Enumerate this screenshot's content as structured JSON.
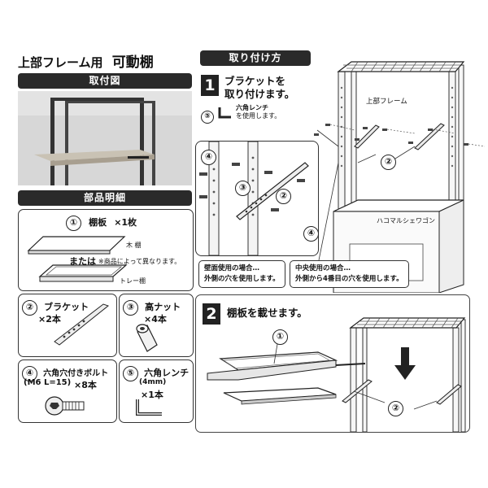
{
  "header": {
    "title_main": "上部フレーム用",
    "title_bold": "可動棚"
  },
  "sections": {
    "install_view": "取付図",
    "parts_list": "部品明細",
    "how_to_attach": "取り付け方"
  },
  "parts": {
    "shelf": {
      "num": "①",
      "name": "棚板",
      "qty": "×1枚",
      "wood_label": "木 棚",
      "or": "または",
      "note": "※商品によって異なります。",
      "tray_label": "トレー棚"
    },
    "bracket": {
      "num": "②",
      "name": "ブラケット",
      "qty": "×2本"
    },
    "nut": {
      "num": "③",
      "name": "高ナット",
      "qty": "×4本"
    },
    "bolt": {
      "num": "④",
      "name": "六角穴付きボルト",
      "spec": "(M6 L=15)",
      "qty": "×8本"
    },
    "wrench": {
      "num": "⑤",
      "name": "六角レンチ",
      "spec": "(4mm)",
      "qty": "×1本"
    }
  },
  "step1": {
    "number": "1",
    "text_line1": "ブラケットを",
    "text_line2": "取り付けます。",
    "wrench_num": "⑤",
    "wrench_line1": "六角レンチ",
    "wrench_line2": "を使用します。",
    "top_frame_label": "上部フレーム",
    "wagon_label": "ハコマルシェワゴン",
    "callout_wall_line1": "壁面使用の場合…",
    "callout_wall_line2": "外側の穴を使用します。",
    "callout_center_line1": "中央使用の場合…",
    "callout_center_line2": "外側から4番目の穴を使用します。",
    "labels": {
      "n4a": "④",
      "n3": "③",
      "n2a": "②",
      "n4b": "④",
      "n2b": "②"
    }
  },
  "step2": {
    "number": "2",
    "text": "棚板を載せます。",
    "label1": "①",
    "label2": "②"
  }
}
